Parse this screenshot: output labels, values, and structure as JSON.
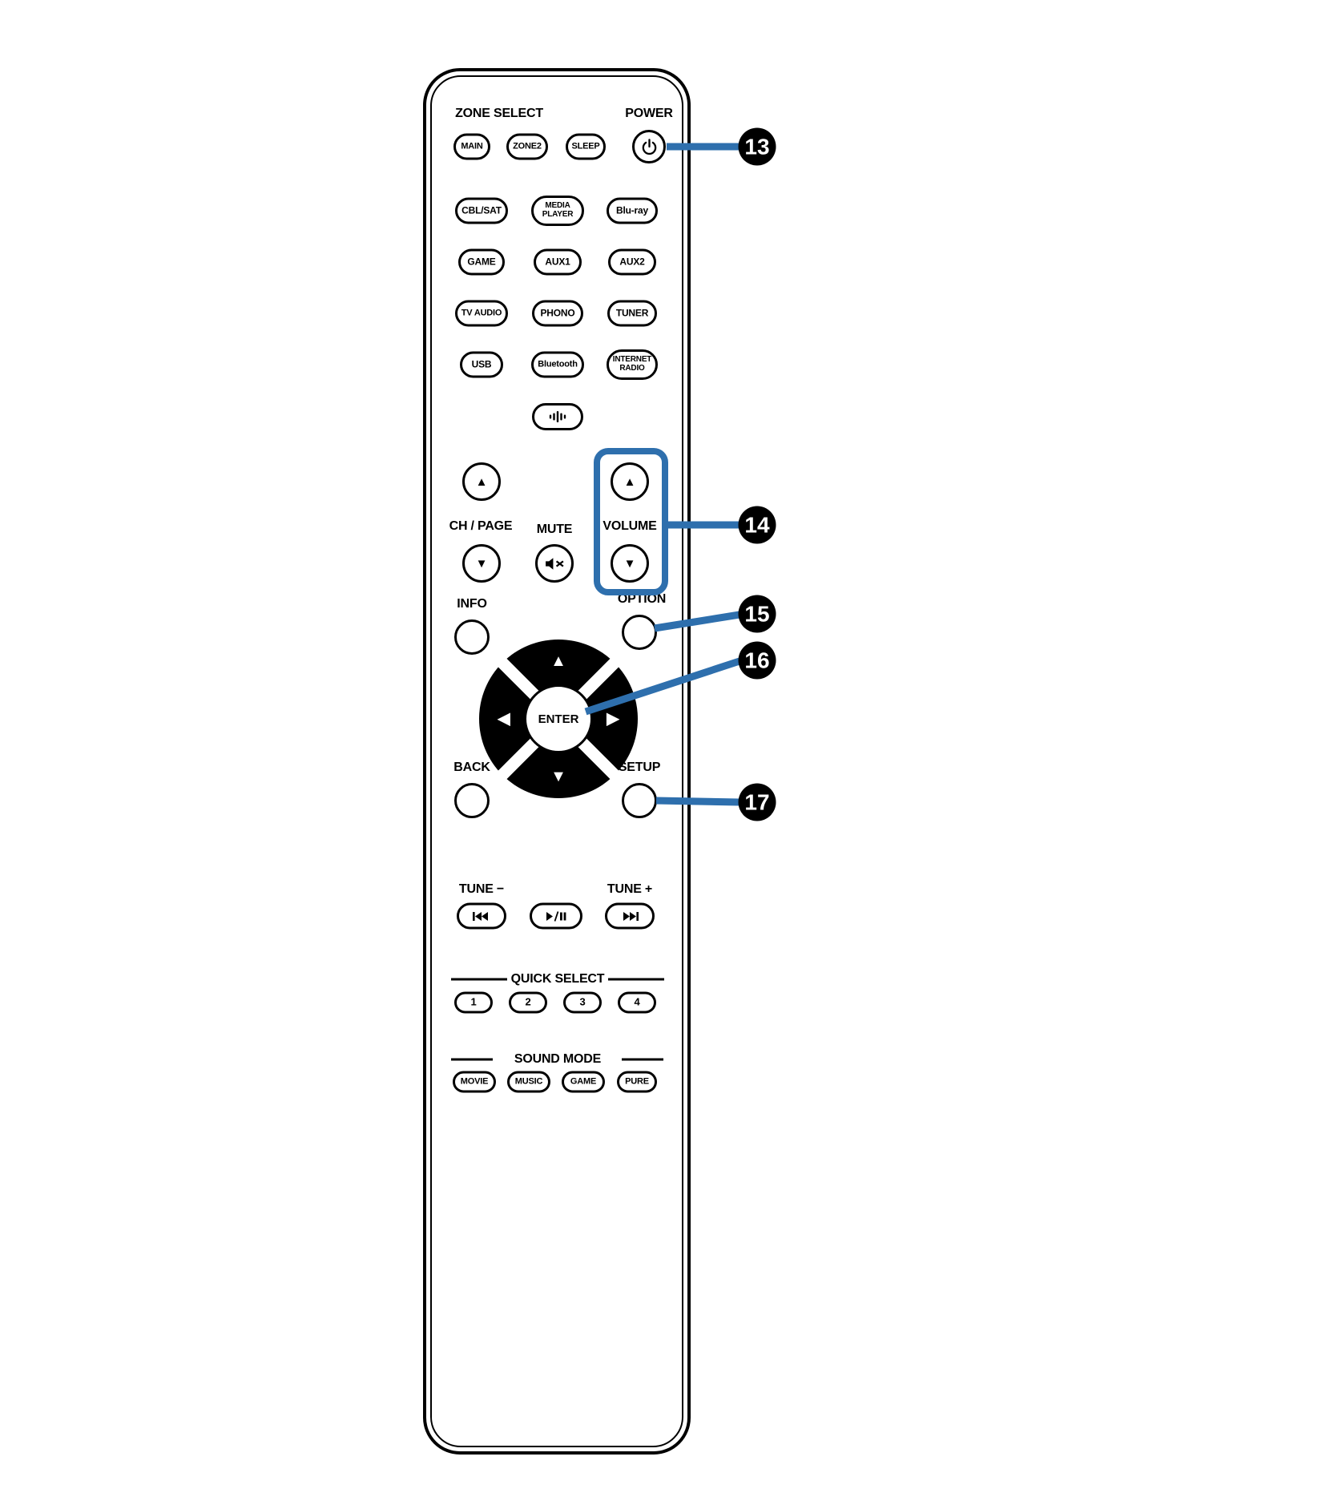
{
  "colors": {
    "callout_blue": "#2E6FAD",
    "remote_outline": "#000000",
    "background": "#FFFFFF"
  },
  "remote": {
    "zone_select_label": "ZONE SELECT",
    "power_label": "POWER",
    "zone_buttons": {
      "main": "MAIN",
      "zone2": "ZONE2",
      "sleep": "SLEEP"
    },
    "sources": {
      "cbl_sat": "CBL/SAT",
      "media_player": "MEDIA\nPLAYER",
      "blu_ray": "Blu-ray",
      "game": "GAME",
      "aux1": "AUX1",
      "aux2": "AUX2",
      "tv_audio": "TV AUDIO",
      "phono": "PHONO",
      "tuner": "TUNER",
      "usb": "USB",
      "bluetooth": "Bluetooth",
      "internet_radio": "INTERNET\nRADIO"
    },
    "ch_page_label": "CH / PAGE",
    "mute_label": "MUTE",
    "volume_label": "VOLUME",
    "info_label": "INFO",
    "option_label": "OPTION",
    "back_label": "BACK",
    "setup_label": "SETUP",
    "enter_label": "ENTER",
    "tune_minus_label": "TUNE −",
    "tune_plus_label": "TUNE +",
    "quick_select": {
      "label": "QUICK SELECT",
      "buttons": [
        "1",
        "2",
        "3",
        "4"
      ]
    },
    "sound_mode": {
      "label": "SOUND MODE",
      "buttons": [
        "MOVIE",
        "MUSIC",
        "GAME",
        "PURE"
      ]
    },
    "glyphs": {
      "up": "▲",
      "down": "▼",
      "left": "◀",
      "right": "▶"
    }
  },
  "callouts": [
    {
      "number": "13",
      "points_to": "power-button"
    },
    {
      "number": "14",
      "points_to": "volume-buttons"
    },
    {
      "number": "15",
      "points_to": "option-button"
    },
    {
      "number": "16",
      "points_to": "enter-button"
    },
    {
      "number": "17",
      "points_to": "setup-button"
    }
  ]
}
